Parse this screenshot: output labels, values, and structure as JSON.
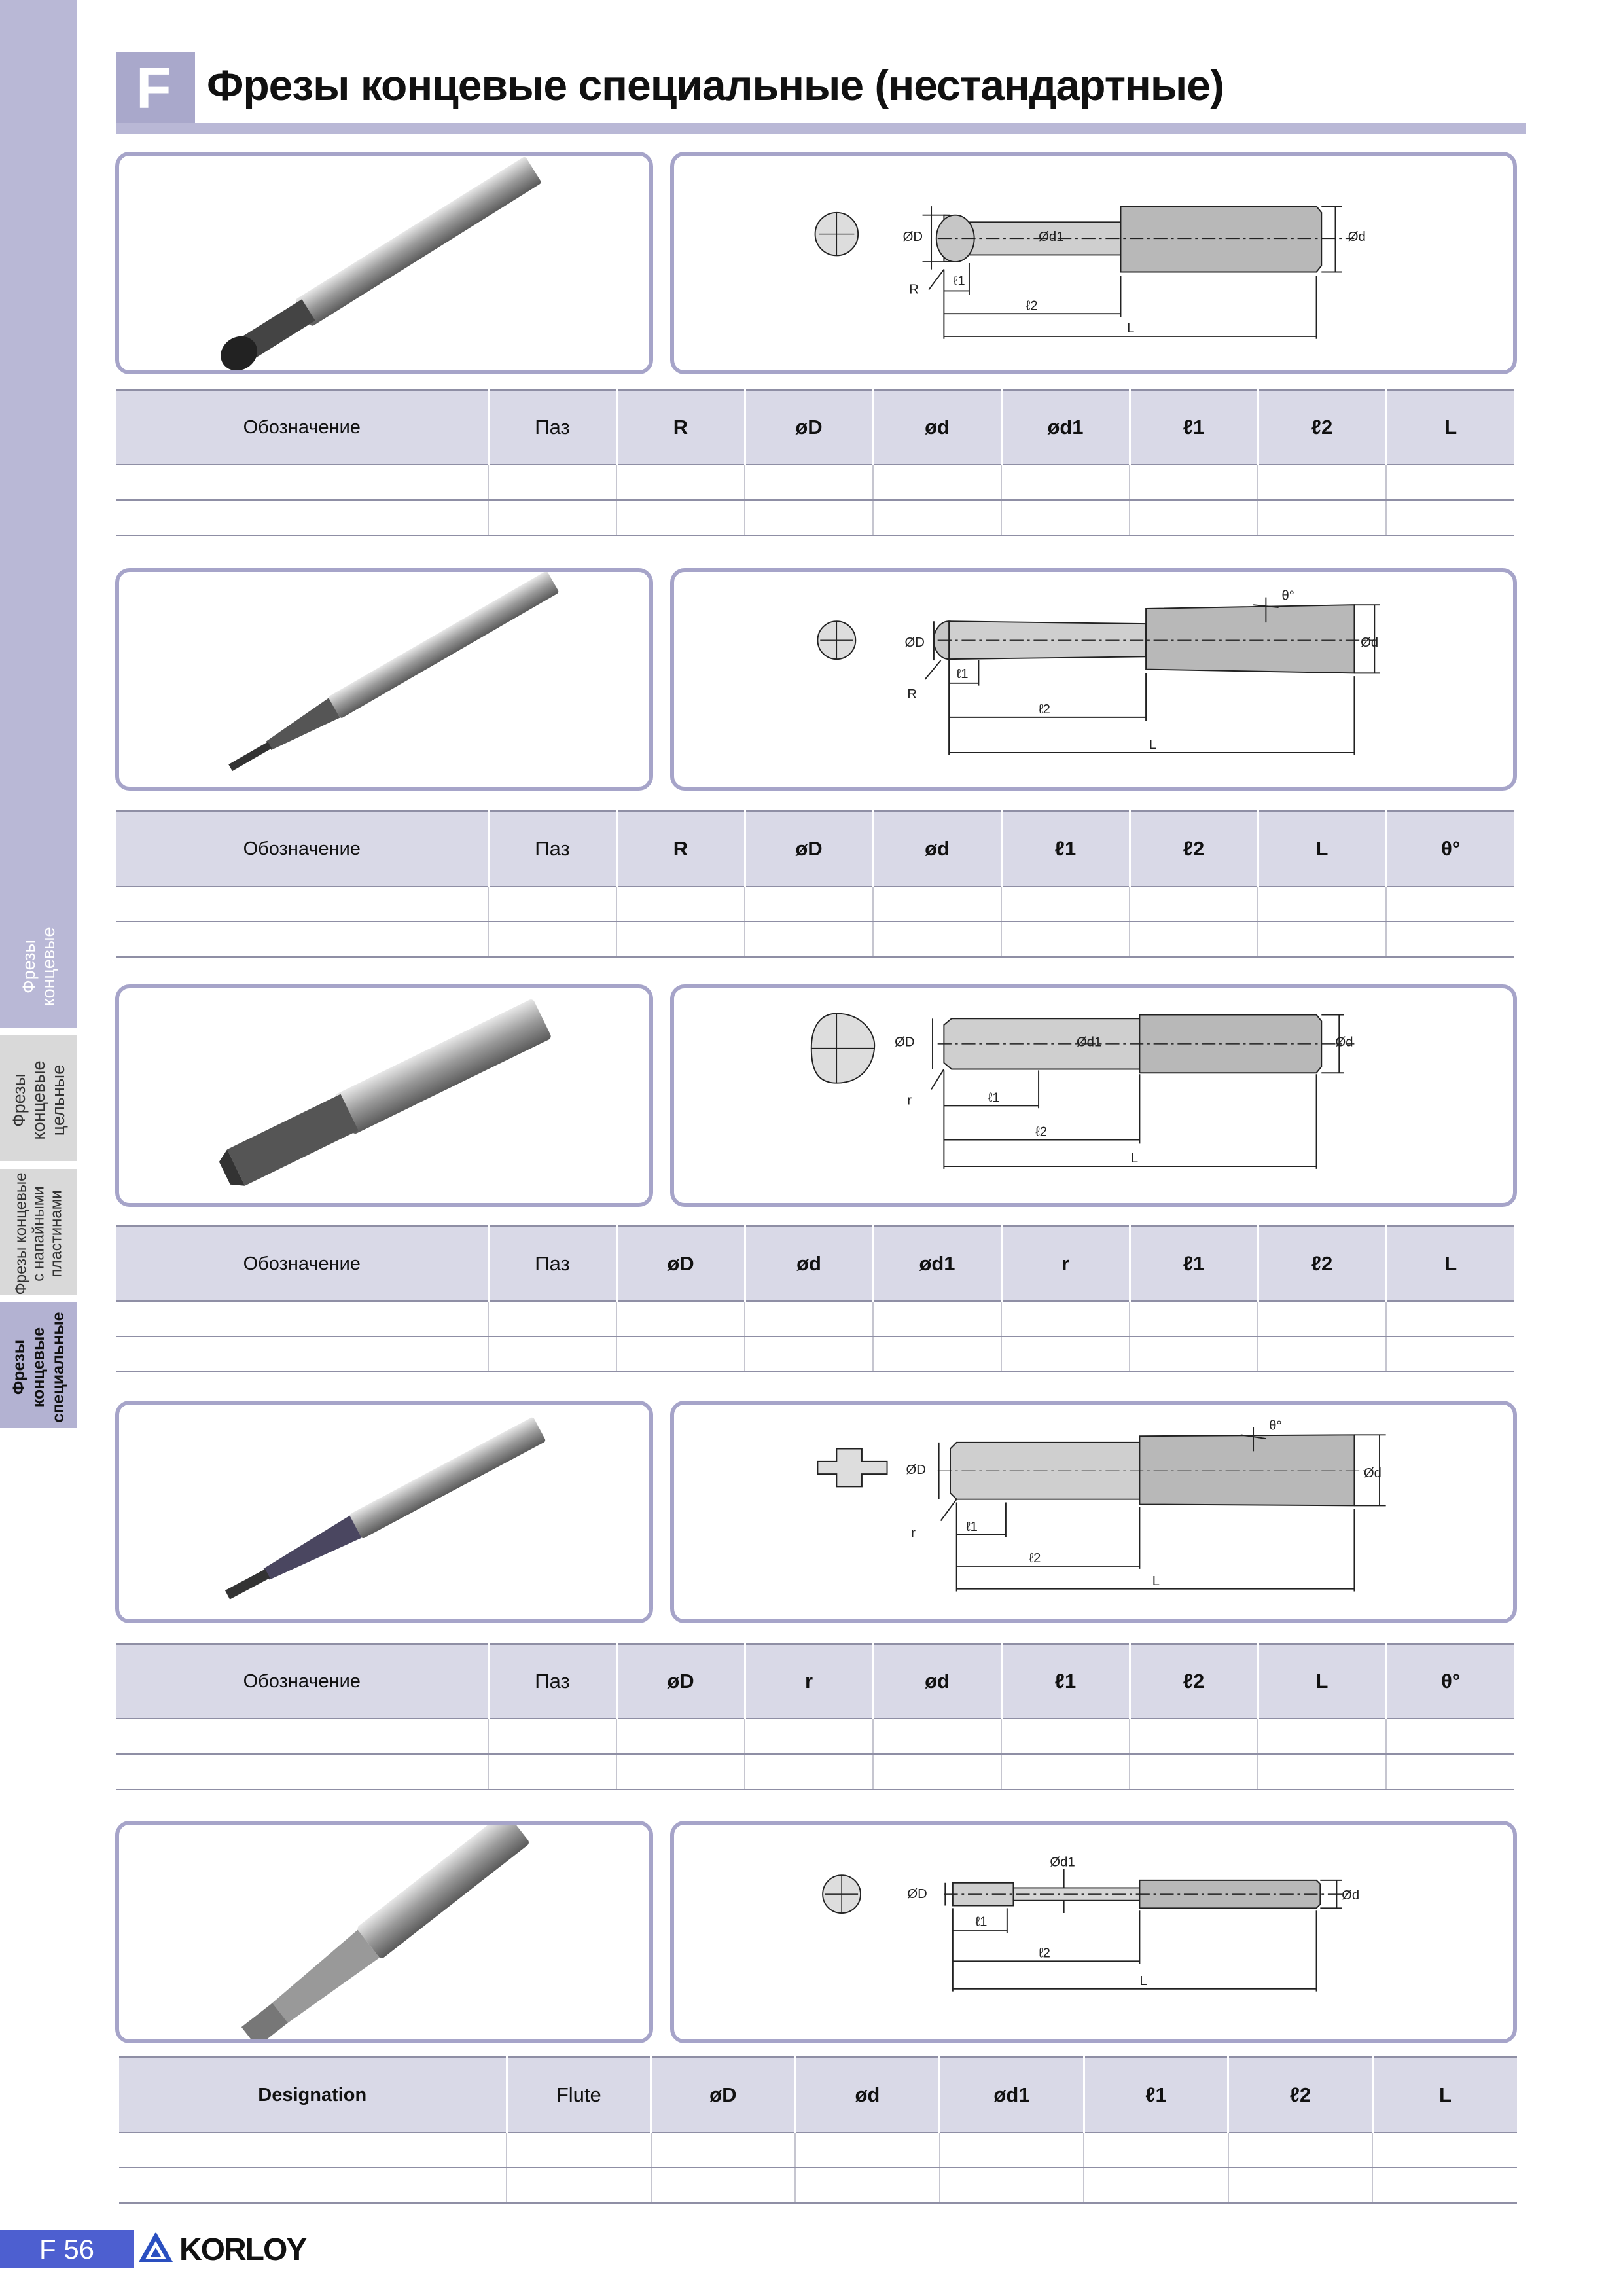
{
  "header": {
    "section_letter": "F",
    "title": "Фрезы концевые специальные  (нестандартные)"
  },
  "sidebar": {
    "tabs": [
      {
        "label": "Фрезы\nконцевые"
      },
      {
        "label": "Фрезы концевые\nцельные"
      },
      {
        "label": "Фрезы концевые\nс напайными\nпластинами"
      },
      {
        "label": "Фрезы концевые\nспециальные"
      }
    ]
  },
  "tables": [
    {
      "headers": [
        "Обозначение",
        "Паз",
        "R",
        "øD",
        "ød",
        "ød1",
        "ℓ1",
        "ℓ2",
        "L"
      ]
    },
    {
      "headers": [
        "Обозначение",
        "Паз",
        "R",
        "øD",
        "ød",
        "ℓ1",
        "ℓ2",
        "L",
        "θ°"
      ]
    },
    {
      "headers": [
        "Обозначение",
        "Паз",
        "øD",
        "ød",
        "ød1",
        "r",
        "ℓ1",
        "ℓ2",
        "L"
      ]
    },
    {
      "headers": [
        "Обозначение",
        "Паз",
        "øD",
        "r",
        "ød",
        "ℓ1",
        "ℓ2",
        "L",
        "θ°"
      ]
    },
    {
      "headers": [
        "Designation",
        "Flute",
        "øD",
        "ød",
        "ød1",
        "ℓ1",
        "ℓ2",
        "L"
      ]
    }
  ],
  "drawings": {
    "d1": {
      "D": "ØD",
      "d1": "Ød1",
      "d": "Ød",
      "R": "R",
      "l1": "ℓ1",
      "l2": "ℓ2",
      "L": "L"
    },
    "d2": {
      "D": "ØD",
      "d": "Ød",
      "R": "R",
      "l1": "ℓ1",
      "l2": "ℓ2",
      "L": "L",
      "theta": "θ°"
    },
    "d3": {
      "D": "ØD",
      "d1": "Ød1",
      "d": "Ød",
      "r": "r",
      "l1": "ℓ1",
      "l2": "ℓ2",
      "L": "L"
    },
    "d4": {
      "D": "ØD",
      "d": "Ød",
      "r": "r",
      "l1": "ℓ1",
      "l2": "ℓ2",
      "L": "L",
      "theta": "θ°"
    },
    "d5": {
      "D": "ØD",
      "d1": "Ød1",
      "d": "Ød",
      "l1": "ℓ1",
      "l2": "ℓ2",
      "L": "L"
    }
  },
  "footer": {
    "page": "F 56",
    "brand": "KORLOY"
  },
  "colors": {
    "accent": "#b9b8d6",
    "frame": "#a6a4c9",
    "table_header": "#d9d9e7",
    "page_badge": "#4d5fd0"
  }
}
